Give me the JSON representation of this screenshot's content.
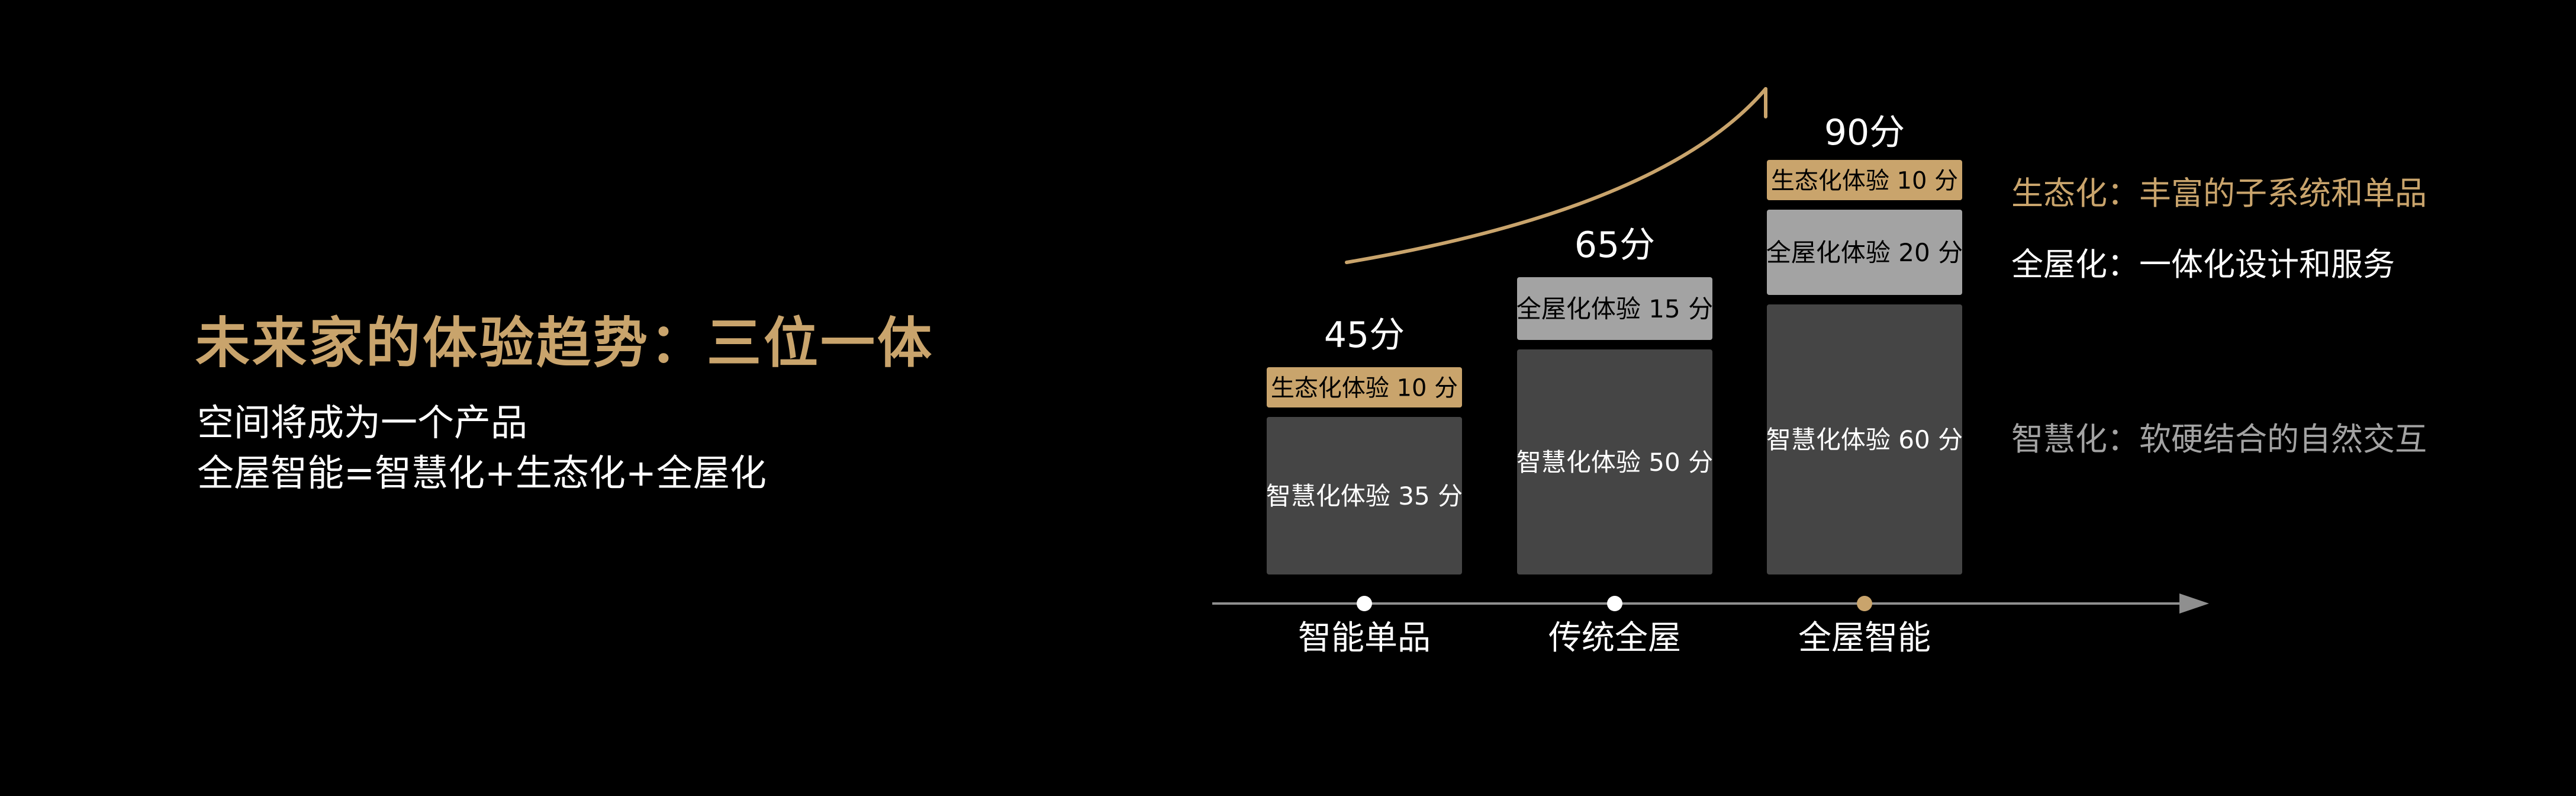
{
  "colors": {
    "background": "#000000",
    "gold": "#c9a46c",
    "light_gray": "#a3a3a3",
    "dark_gray": "#454545",
    "axis": "#8f8f8f",
    "white": "#ffffff"
  },
  "header": {
    "title": "未来家的体验趋势：三位一体",
    "line1": "空间将成为一个产品",
    "line2": "全屋智能=智慧化+生态化+全屋化"
  },
  "chart_data": {
    "type": "bar",
    "stacked": true,
    "categories": [
      "智能单品",
      "传统全屋",
      "全屋智能"
    ],
    "series": [
      {
        "key": "smart",
        "segment_label": "智慧化体验",
        "values": [
          35,
          50,
          60
        ],
        "color": "#454545",
        "text_color": "#ffffff"
      },
      {
        "key": "whole",
        "segment_label": "全屋化体验",
        "values": [
          0,
          15,
          20
        ],
        "color": "#a3a3a3",
        "text_color": "#000000"
      },
      {
        "key": "eco",
        "segment_label": "生态化体验",
        "values": [
          10,
          0,
          10
        ],
        "color": "#c9a46c",
        "text_color": "#000000"
      }
    ],
    "unit": "分",
    "totals": [
      45,
      65,
      90
    ],
    "total_labels": [
      "45分",
      "65分",
      "90分"
    ],
    "axis_point_colors": [
      "#ffffff",
      "#ffffff",
      "#c9a46c"
    ],
    "trend_arrow": true,
    "legend": [
      {
        "prefix": "生态化",
        "text": "：丰富的子系统和单品",
        "color": "#c9a46c"
      },
      {
        "prefix": "全屋化",
        "text": "：一体化设计和服务",
        "color": "#ffffff"
      },
      {
        "prefix": "智慧化",
        "text": "：软硬结合的自然交互",
        "color": "#a3a3a3"
      }
    ]
  }
}
